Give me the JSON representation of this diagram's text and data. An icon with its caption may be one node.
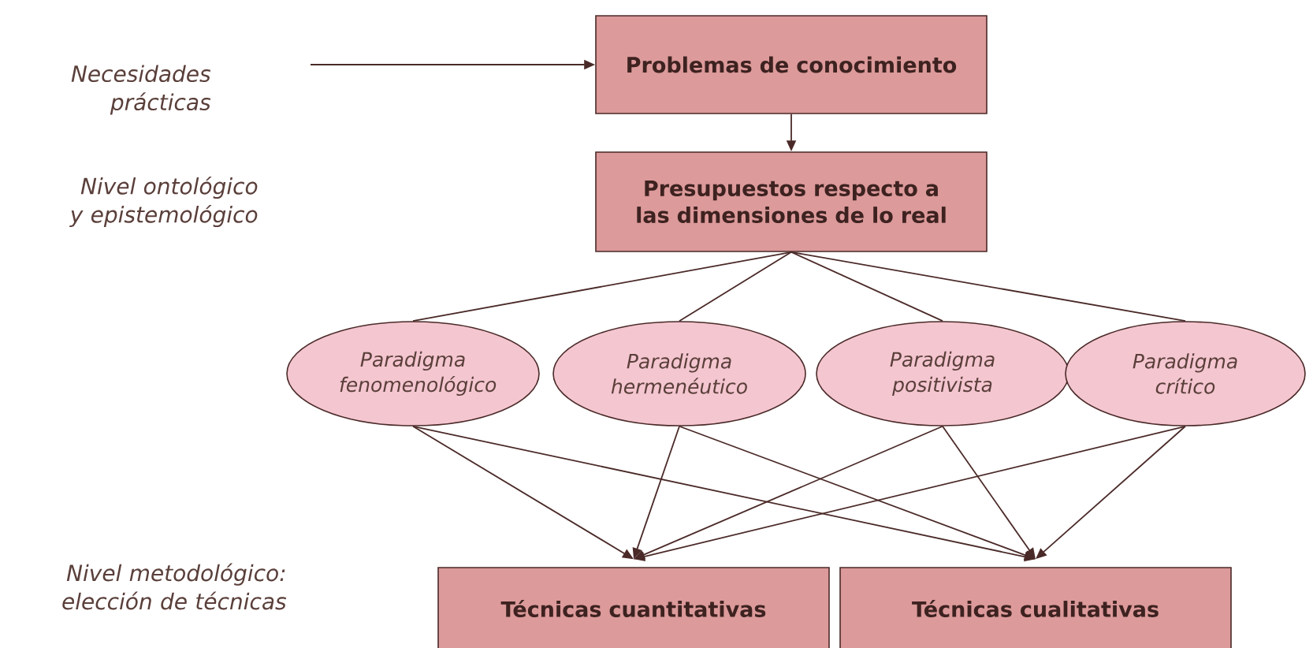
{
  "diagram": {
    "nodes": [
      {
        "text": [
          "Necesidades prácticas"
        ]
      },
      {
        "text": [
          "Problemas de conocimiento"
        ]
      },
      {
        "text": [
          "Presupuestos respecto a las dimensiones de lo real"
        ]
      },
      {
        "text": [
          "Paradigma fenomenológico"
        ]
      },
      {
        "text": [
          "Paradigma hermenéutico"
        ]
      },
      {
        "text": [
          "Paradigma positivista"
        ]
      },
      {
        "text": [
          "Paradigma crítico"
        ]
      },
      {
        "text": [
          "Técnicas cuantitativas"
        ]
      },
      {
        "text": [
          "Técnicas cualitativas"
        ]
      }
    ],
    "edges": [
      {
        "from": 0,
        "to": 1,
        "arrow": "to"
      },
      {
        "from": 1,
        "to": 2,
        "arrow": "to"
      },
      {
        "from": 2,
        "to": 3,
        "arrow": "none"
      },
      {
        "from": 2,
        "to": 4,
        "arrow": "none"
      },
      {
        "from": 2,
        "to": 5,
        "arrow": "none"
      },
      {
        "from": 2,
        "to": 6,
        "arrow": "none"
      },
      {
        "from": 3,
        "to": 7,
        "arrow": "to"
      },
      {
        "from": 3,
        "to": 8,
        "arrow": "to"
      },
      {
        "from": 4,
        "to": 7,
        "arrow": "to"
      },
      {
        "from": 4,
        "to": 8,
        "arrow": "to"
      },
      {
        "from": 5,
        "to": 7,
        "arrow": "to"
      },
      {
        "from": 5,
        "to": 8,
        "arrow": "to"
      },
      {
        "from": 6,
        "to": 7,
        "arrow": "to"
      },
      {
        "from": 6,
        "to": 8,
        "arrow": "to"
      }
    ],
    "labels": [
      "Nivel ontológico y epistemológico",
      "Nivel metodológico: elección de técnicas"
    ]
  }
}
